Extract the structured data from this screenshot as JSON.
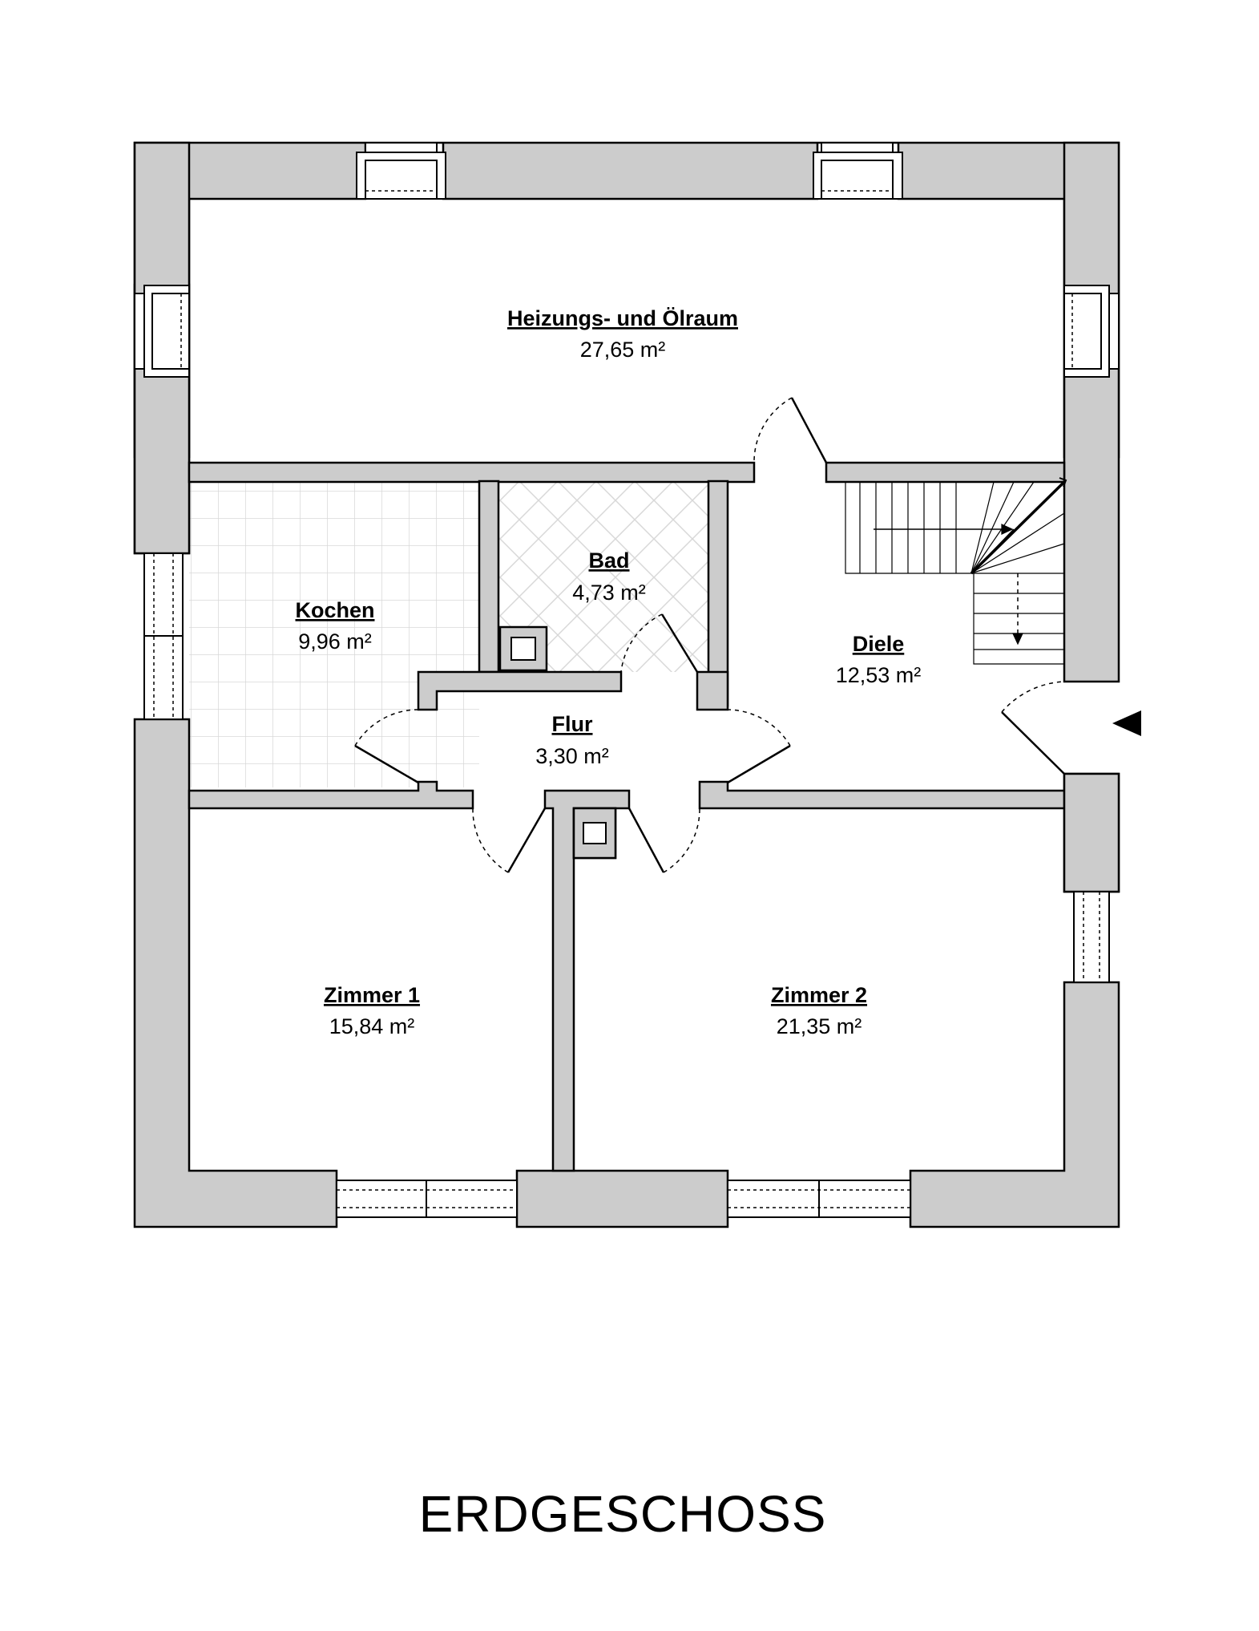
{
  "title": "ERDGESCHOSS",
  "colors": {
    "wall_fill": "#cccccc",
    "wall_stroke": "#000000",
    "background": "#ffffff"
  },
  "rooms": [
    {
      "id": "heizungsraum",
      "name": "Heizungs- und Ölraum",
      "area": "27,65 m²"
    },
    {
      "id": "kochen",
      "name": "Kochen",
      "area": "9,96 m²"
    },
    {
      "id": "bad",
      "name": "Bad",
      "area": "4,73 m²"
    },
    {
      "id": "diele",
      "name": "Diele",
      "area": "12,53 m²"
    },
    {
      "id": "flur",
      "name": "Flur",
      "area": "3,30 m²"
    },
    {
      "id": "zimmer1",
      "name": "Zimmer 1",
      "area": "15,84 m²"
    },
    {
      "id": "zimmer2",
      "name": "Zimmer 2",
      "area": "21,35 m²"
    }
  ],
  "icons": {
    "entrance": "entrance-arrow-icon",
    "stairs": "staircase-icon",
    "chimney": "chimney-icon"
  }
}
